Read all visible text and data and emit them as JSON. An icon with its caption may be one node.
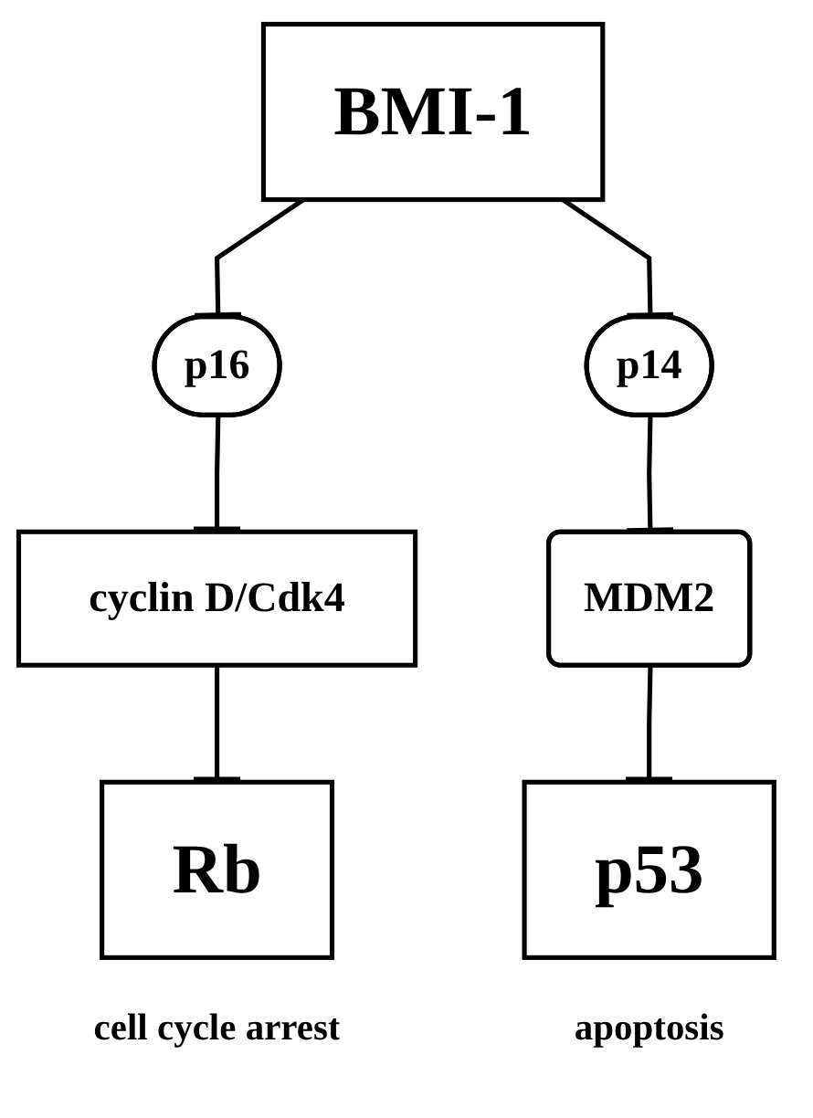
{
  "diagram": {
    "nodes": [
      {
        "text": [
          "BMI-1"
        ]
      },
      {
        "text": [
          "p16"
        ]
      },
      {
        "text": [
          "p14"
        ]
      },
      {
        "text": [
          "cyclin D/Cdk4"
        ]
      },
      {
        "text": [
          "MDM2"
        ]
      },
      {
        "text": [
          "Rb"
        ],
        "beside": [
          "cell cycle arrest"
        ]
      },
      {
        "text": [
          "p53"
        ],
        "beside": [
          "apoptosis"
        ]
      }
    ],
    "edges": [
      {
        "from": 0,
        "to": 1,
        "arrow": "other"
      },
      {
        "from": 0,
        "to": 2,
        "arrow": "other"
      },
      {
        "from": 1,
        "to": 3,
        "arrow": "other"
      },
      {
        "from": 2,
        "to": 4,
        "arrow": "other"
      },
      {
        "from": 3,
        "to": 5,
        "arrow": "other"
      },
      {
        "from": 4,
        "to": 6,
        "arrow": "other"
      }
    ]
  }
}
